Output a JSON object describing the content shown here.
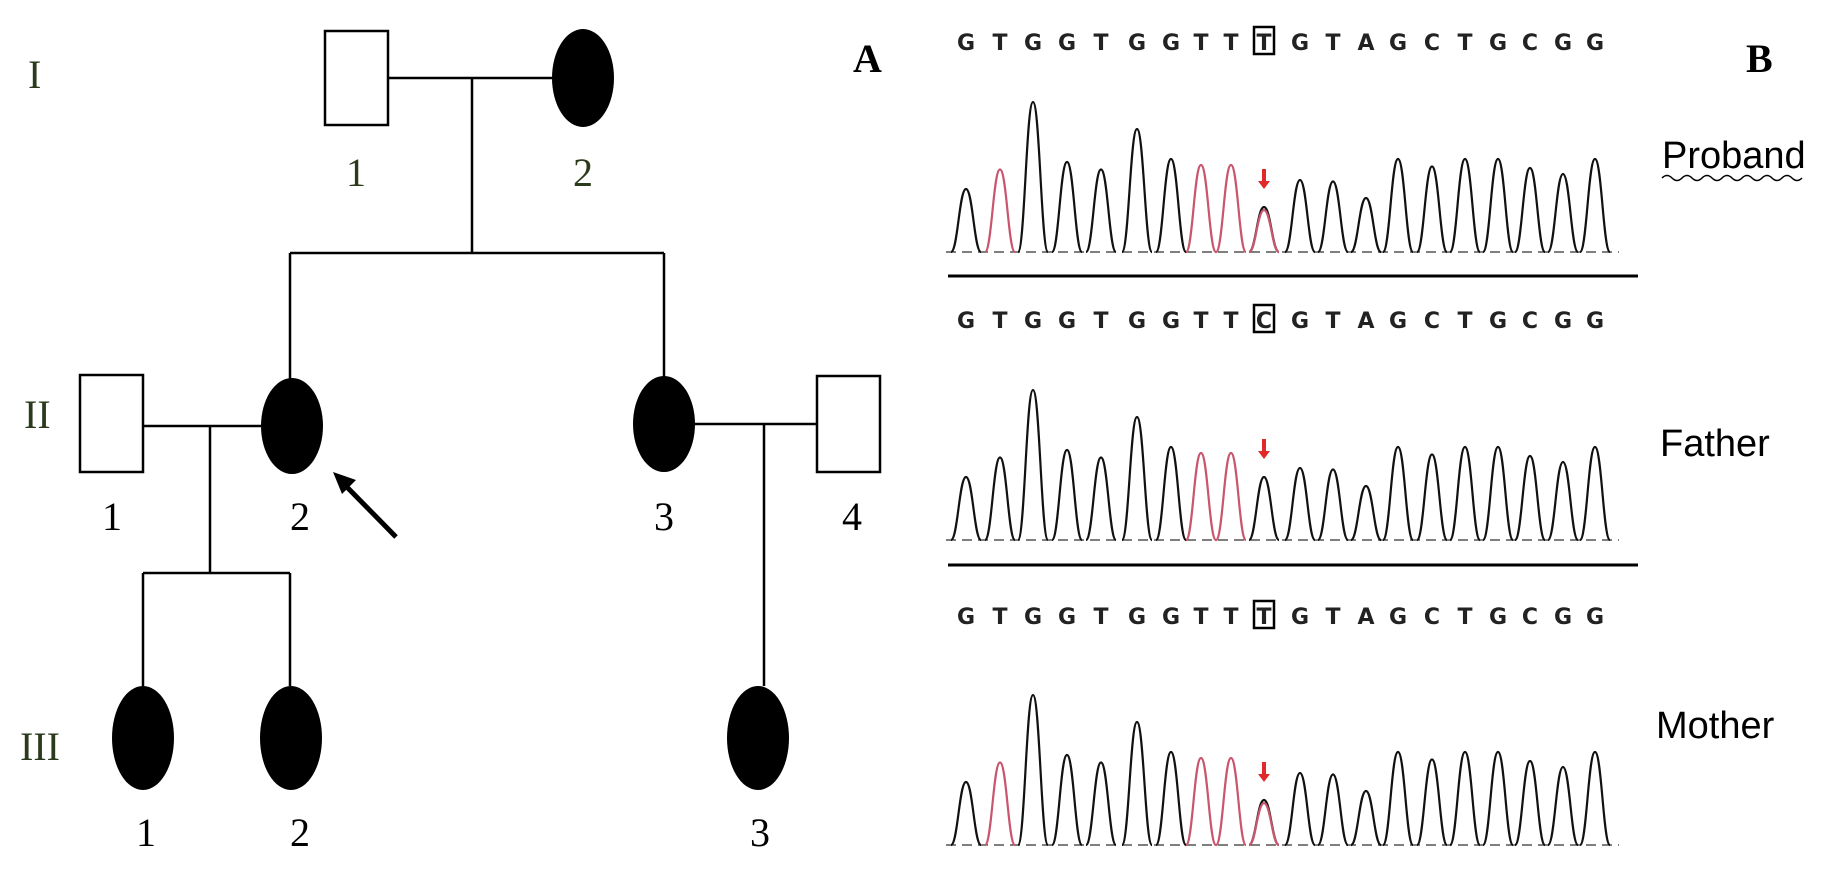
{
  "panel_a": {
    "label": "A",
    "generations": [
      "I",
      "II",
      "III"
    ],
    "individuals": [
      {
        "id": "I-1",
        "number": "1",
        "sex": "male",
        "affected": false
      },
      {
        "id": "I-2",
        "number": "2",
        "sex": "female",
        "affected": true
      },
      {
        "id": "II-1",
        "number": "1",
        "sex": "male",
        "affected": false
      },
      {
        "id": "II-2",
        "number": "2",
        "sex": "female",
        "affected": true,
        "proband": true
      },
      {
        "id": "II-3",
        "number": "3",
        "sex": "female",
        "affected": true
      },
      {
        "id": "II-4",
        "number": "4",
        "sex": "male",
        "affected": false
      },
      {
        "id": "III-1",
        "number": "1",
        "sex": "female",
        "affected": true
      },
      {
        "id": "III-2",
        "number": "2",
        "sex": "female",
        "affected": true
      },
      {
        "id": "III-3",
        "number": "3",
        "sex": "female",
        "affected": true
      }
    ]
  },
  "panel_b": {
    "label": "B",
    "tracks": [
      {
        "name": "Proband",
        "bases": [
          "G",
          "T",
          "G",
          "G",
          "T",
          "G",
          "G",
          "T",
          "T",
          "T",
          "G",
          "T",
          "A",
          "G",
          "C",
          "T",
          "G",
          "C",
          "G",
          "G"
        ],
        "boxed_index": 9,
        "boxed_base": "T",
        "heterozygous": true
      },
      {
        "name": "Father",
        "bases": [
          "G",
          "T",
          "G",
          "G",
          "T",
          "G",
          "G",
          "T",
          "T",
          "C",
          "G",
          "T",
          "A",
          "G",
          "C",
          "T",
          "G",
          "C",
          "G",
          "G"
        ],
        "boxed_index": 9,
        "boxed_base": "C",
        "heterozygous": false
      },
      {
        "name": "Mother",
        "bases": [
          "G",
          "T",
          "G",
          "G",
          "T",
          "G",
          "G",
          "T",
          "T",
          "T",
          "G",
          "T",
          "A",
          "G",
          "C",
          "T",
          "G",
          "C",
          "G",
          "G"
        ],
        "boxed_index": 9,
        "boxed_base": "T",
        "heterozygous": true
      }
    ],
    "colors": {
      "trace": "#111111",
      "t_trace": "#c9566f",
      "arrow": "#e02a2a"
    }
  }
}
